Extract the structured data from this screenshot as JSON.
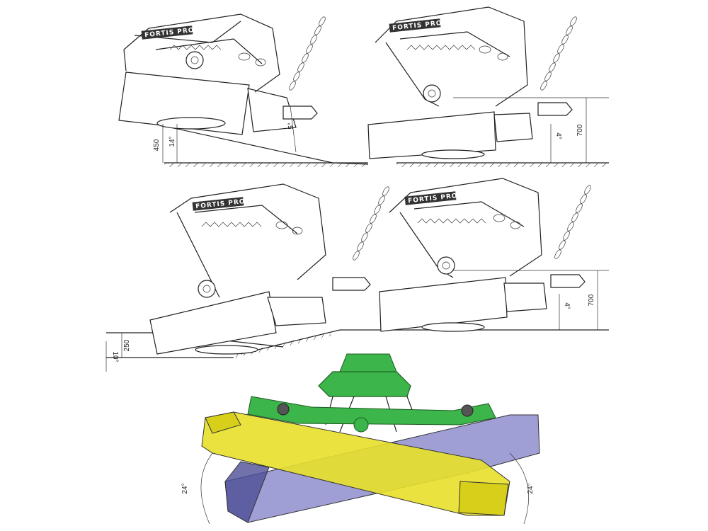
{
  "figure": {
    "brand_text": "FORTIS PRONAR",
    "views": [
      {
        "id": "top-left",
        "dims": {
          "height": "450",
          "angle_low": "14°",
          "angle_tilt": "5°"
        }
      },
      {
        "id": "top-right",
        "dims": {
          "height": "700",
          "angle_tilt": "4°"
        }
      },
      {
        "id": "middle-left",
        "dims": {
          "height": "250",
          "angle_low": "10°"
        }
      },
      {
        "id": "middle-right",
        "dims": {
          "height": "700",
          "angle_tilt": "4°"
        }
      }
    ],
    "swing_view": {
      "angle_left": "24°",
      "angle_right": "24°",
      "colors": {
        "frame": "#3cb54a",
        "deck_front": "#e8e02a",
        "deck_back": "#7f7fc8",
        "deck_dark": "#4e4e96"
      }
    }
  }
}
